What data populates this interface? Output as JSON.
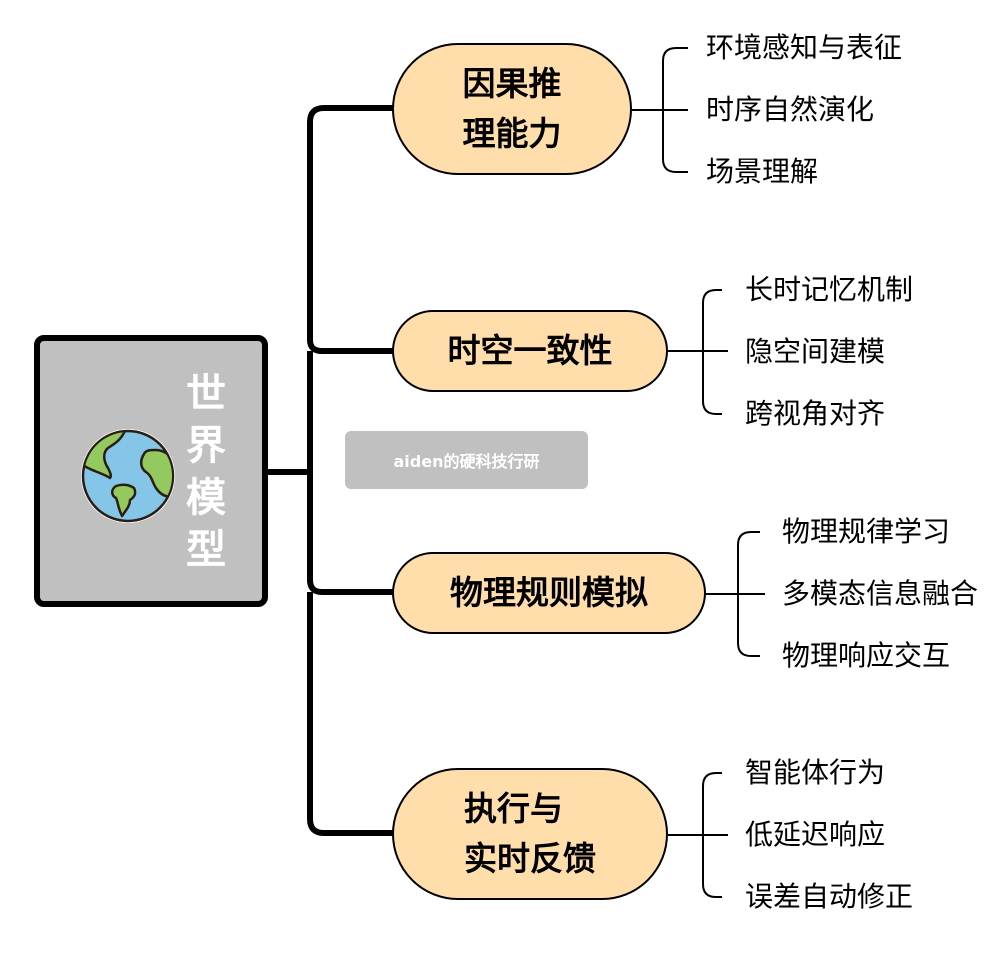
{
  "root": {
    "title_chars": [
      "世",
      "界",
      "模",
      "型"
    ],
    "title": "世界模型",
    "icon": "globe-icon"
  },
  "watermark": "aiden的硬科技行研",
  "colors": {
    "root_fill": "#c0c0c0",
    "node_fill": "#ffdeab",
    "line": "#000000",
    "ocean": "#84c5e8",
    "land": "#93c95e",
    "text_on_root": "#ffffff"
  },
  "branches": [
    {
      "label": "因果推\n理能力",
      "children": [
        "环境感知与表征",
        "时序自然演化",
        "场景理解"
      ]
    },
    {
      "label": "时空一致性",
      "children": [
        "长时记忆机制",
        "隐空间建模",
        "跨视角对齐"
      ]
    },
    {
      "label": "物理规则模拟",
      "children": [
        "物理规律学习",
        "多模态信息融合",
        "物理响应交互"
      ]
    },
    {
      "label": "执行与\n实时反馈",
      "children": [
        "智能体行为",
        "低延迟响应",
        "误差自动修正"
      ]
    }
  ]
}
